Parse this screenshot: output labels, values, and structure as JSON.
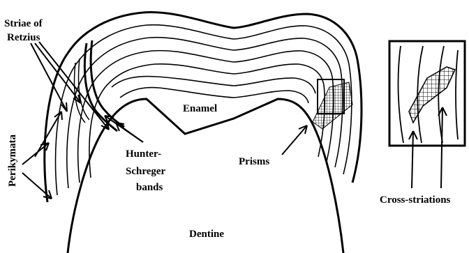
{
  "diagram": {
    "labels": {
      "striae_line1": "Striae of",
      "striae_line2": "Retzius",
      "perikymata": "Perikymata",
      "enamel": "Enamel",
      "hunter_line1": "Hunter-",
      "hunter_line2": "Schreger",
      "hunter_line3": "bands",
      "prisms": "Prisms",
      "dentine": "Dentine",
      "cross_striations": "Cross-striations"
    }
  }
}
